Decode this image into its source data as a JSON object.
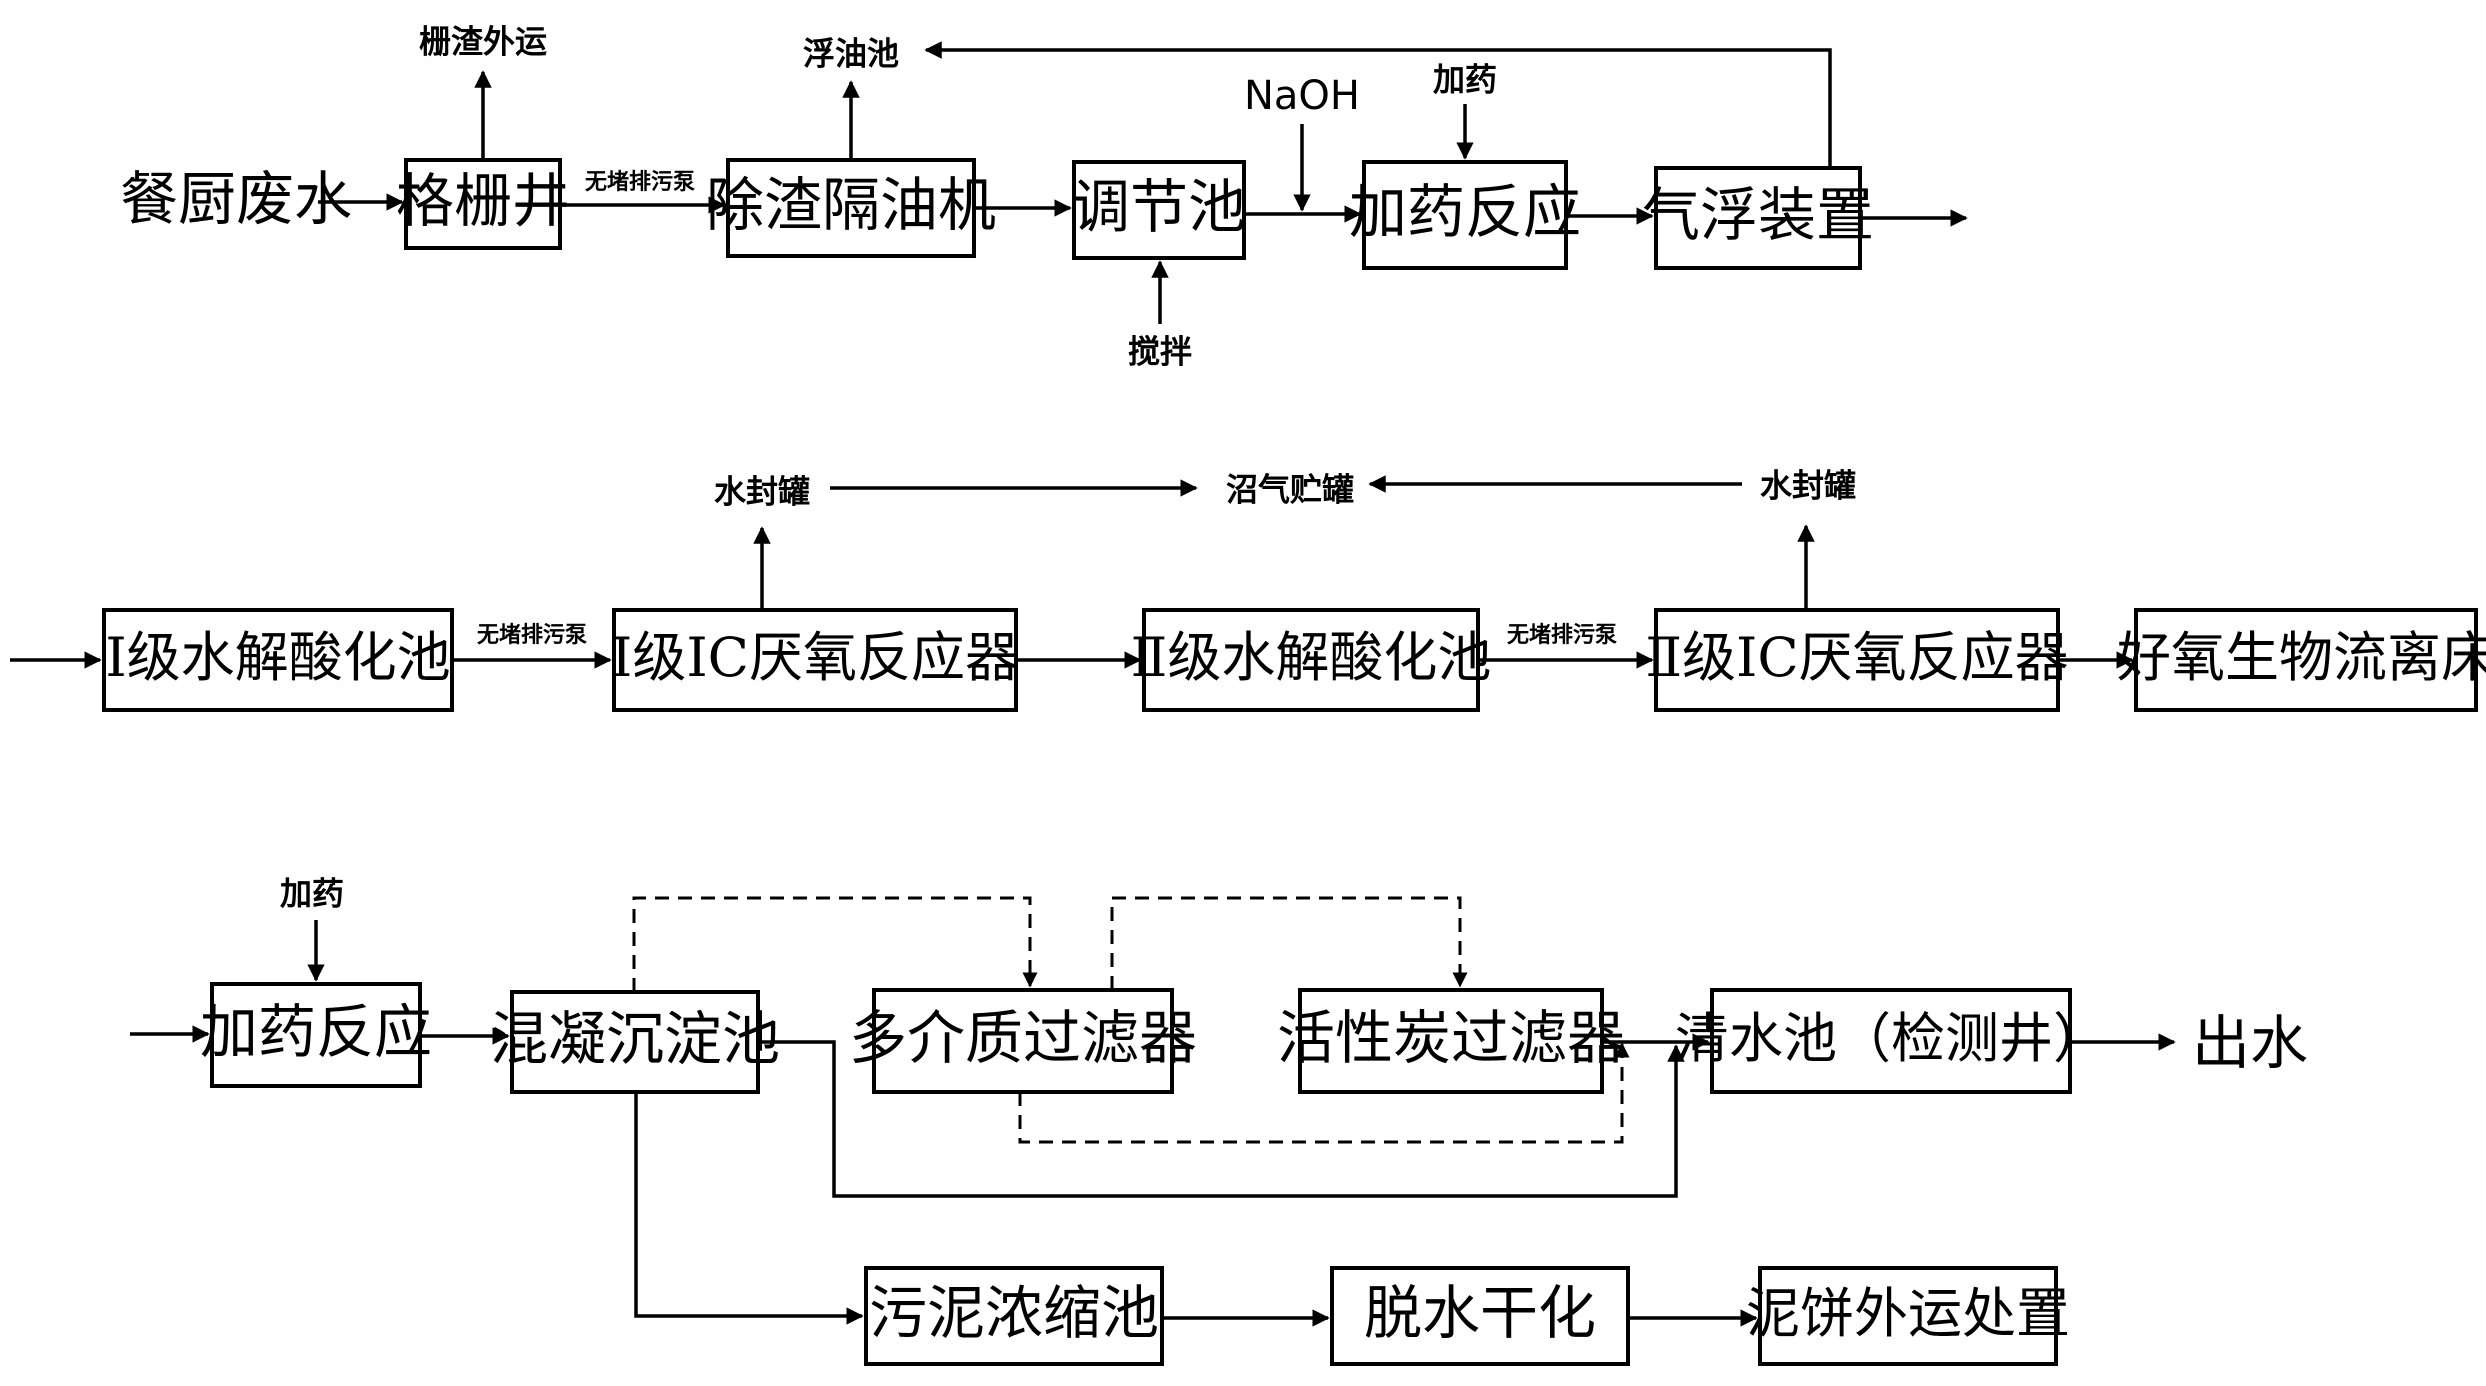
{
  "row1": {
    "source": "餐厨废水",
    "grille_well": "格栅井",
    "grille_out": "栅渣外运",
    "pump1": "无堵排污泵",
    "deoil": "除渣隔油机",
    "oil_pool": "浮油池",
    "regulating": "调节池",
    "stir": "搅拌",
    "naoh": "NaOH",
    "dosing_label": "加药",
    "dosing_reaction": "加药反应",
    "air_flotation": "气浮装置"
  },
  "row2": {
    "hydrolysis1": "Ⅰ级水解酸化池",
    "pump2": "无堵排污泵",
    "ic1": "Ⅰ级IC厌氧反应器",
    "seal1": "水封罐",
    "biogas": "沼气贮罐",
    "seal2": "水封罐",
    "hydrolysis2": "Ⅱ级水解酸化池",
    "pump3": "无堵排污泵",
    "ic2": "Ⅱ级IC厌氧反应器",
    "aerobic": "好氧生物流离床"
  },
  "row3": {
    "dosing_label": "加药",
    "dosing_reaction": "加药反应",
    "coag": "混凝沉淀池",
    "multi_filter": "多介质过滤器",
    "carbon_filter": "活性炭过滤器",
    "clear_pool": "清水池（检测井）",
    "outlet": "出水"
  },
  "row4": {
    "sludge_thick": "污泥浓缩池",
    "dewater": "脱水干化",
    "cake": "泥饼外运处置"
  }
}
